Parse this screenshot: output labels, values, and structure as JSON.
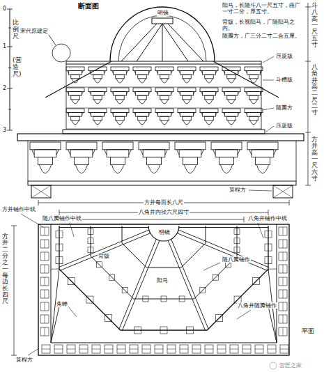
{
  "diagram": {
    "title": "断面图",
    "labels": [
      "0",
      "1",
      "2",
      "3",
      "比例尺",
      "(营造尺)",
      "宋代原建定",
      "明镜",
      "阳马，长随斗八一尺五寸，曲广一寸二分，厚五寸。",
      "背版，长视阳马，广随阳马之内。",
      "随瓣方，广三分二寸二合五厘。",
      "斗八高一尺五寸",
      "八角井高二尺二寸",
      "方井高一尺六寸",
      "压厦版",
      "斗槽版",
      "随瓣方",
      "压厦版",
      "算桯方",
      "方井每面长八尺",
      "八角井内径六尺四寸",
      "方井铺作中线",
      "随八瓣铺作中线",
      "八角井铺作中线",
      "明镜",
      "背版",
      "阳马",
      "随八瓣铺作",
      "八角井随瓣铺作",
      "角蝉",
      "算桯方",
      "方井二分之一每边长四尺",
      "平面",
      "营匠之家"
    ]
  }
}
